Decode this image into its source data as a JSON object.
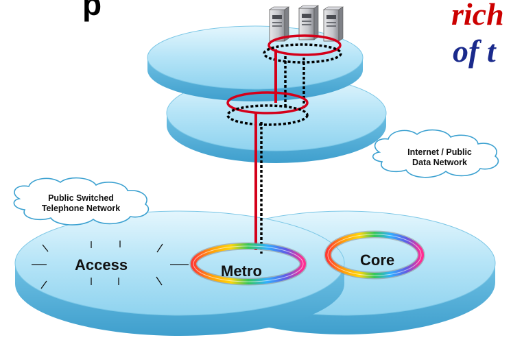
{
  "headline": {
    "left_fragment": "p",
    "line1": "rich",
    "line2": "of t",
    "line1_color": "#cc0000",
    "line2_color": "#1a2a8c"
  },
  "clouds": {
    "internet": {
      "line1": "Internet / Public",
      "line2": "Data Network"
    },
    "pstn": {
      "line1": "Public Switched",
      "line2": "Telephone Network"
    }
  },
  "rings": {
    "access": "Access",
    "metro": "Metro",
    "core": "Core"
  },
  "icons": [
    "server-icon",
    "server-icon",
    "server-icon",
    "cloud-icon",
    "ring-icon",
    "burst-lines-icon"
  ],
  "colors": {
    "disk_fill": "#aee0f4",
    "disk_edge": "#4aa6cf",
    "link_red": "#d4001a",
    "link_dotted": "#000000",
    "cloud_fill": "#ffffff",
    "cloud_stroke": "#3aa0d0"
  }
}
